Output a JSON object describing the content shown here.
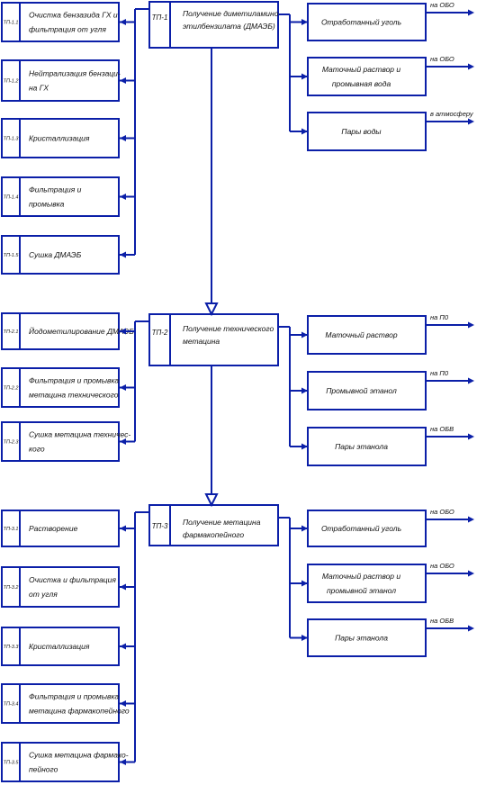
{
  "stages": [
    {
      "code": "ТП-1",
      "title": [
        "Получение диметиламино-",
        "этилбензилата (ДМАЭБ)"
      ],
      "steps": [
        {
          "code": "ТП-1.1",
          "text": [
            "Очистка бензазида ГХ и",
            "фильтрация от угля"
          ]
        },
        {
          "code": "ТП-1.2",
          "text": [
            "Нейтрализация бензаци-",
            "на ГХ"
          ]
        },
        {
          "code": "ТП-1.3",
          "text": [
            "Кристаллизация"
          ]
        },
        {
          "code": "ТП-1.4",
          "text": [
            "Фильтрация и",
            "промывка"
          ]
        },
        {
          "code": "ТП-1.5",
          "text": [
            "Сушка ДМАЭБ"
          ]
        }
      ],
      "outputs": [
        {
          "text": [
            "Отработанный уголь"
          ],
          "dest": "на ОБО"
        },
        {
          "text": [
            "Маточный раствор и",
            "промывная вода"
          ],
          "dest": "на ОБО"
        },
        {
          "text": [
            "Пары воды"
          ],
          "dest": "в атмосферу"
        }
      ]
    },
    {
      "code": "ТП-2",
      "title": [
        "Получение технического",
        "метацина"
      ],
      "steps": [
        {
          "code": "ТП-2.1",
          "text": [
            "Йодометилирование ДМАЭБ"
          ]
        },
        {
          "code": "ТП-2.2",
          "text": [
            "Фильтрация и промывка",
            "метацина технического"
          ]
        },
        {
          "code": "ТП-2.3",
          "text": [
            "Сушка метацина техничес-",
            "кого"
          ]
        }
      ],
      "outputs": [
        {
          "text": [
            "Маточный раствор"
          ],
          "dest": "на П0"
        },
        {
          "text": [
            "Промывной этанол"
          ],
          "dest": "на П0"
        },
        {
          "text": [
            "Пары этанола"
          ],
          "dest": "на ОБВ"
        }
      ]
    },
    {
      "code": "ТП-3",
      "title": [
        "Получение метацина",
        "фармакопейного"
      ],
      "steps": [
        {
          "code": "ТП-3.1",
          "text": [
            "Растворение"
          ]
        },
        {
          "code": "ТП-3.2",
          "text": [
            "Очистка и фильтрация",
            "от угля"
          ]
        },
        {
          "code": "ТП-3.3",
          "text": [
            "Кристаллизация"
          ]
        },
        {
          "code": "ТП-3.4",
          "text": [
            "Фильтрация и промывка",
            "метацина фармакопейного"
          ]
        },
        {
          "code": "ТП-3.5",
          "text": [
            "Сушка метацина фармако-",
            "пейного"
          ]
        }
      ],
      "outputs": [
        {
          "text": [
            "Отработанный уголь"
          ],
          "dest": "на ОБО"
        },
        {
          "text": [
            "Маточный раствор и",
            "промывной этанол"
          ],
          "dest": "на ОБО"
        },
        {
          "text": [
            "Пары этанола"
          ],
          "dest": "на ОБВ"
        }
      ]
    }
  ],
  "colors": {
    "line": "#0b1fa8",
    "text": "#111111",
    "background": "#ffffff"
  }
}
